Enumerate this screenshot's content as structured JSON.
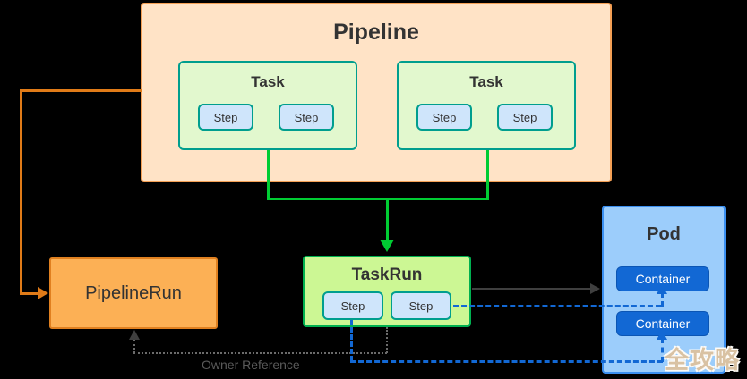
{
  "diagram": {
    "title": "Tekton Pipeline / PipelineRun / TaskRun / Pod relationship diagram",
    "pipeline": {
      "title": "Pipeline",
      "fill": "#ffe3c6",
      "stroke": "#f5a055",
      "tasks": [
        {
          "title": "Task",
          "fill": "#e2f8ce",
          "stroke": "#009e8e",
          "steps": [
            {
              "label": "Step"
            },
            {
              "label": "Step"
            }
          ]
        },
        {
          "title": "Task",
          "fill": "#e2f8ce",
          "stroke": "#009e8e",
          "steps": [
            {
              "label": "Step"
            },
            {
              "label": "Step"
            }
          ]
        }
      ]
    },
    "pipelinerun": {
      "title": "PipelineRun",
      "fill": "#fcb055",
      "stroke": "#e08020"
    },
    "taskrun": {
      "title": "TaskRun",
      "fill": "#ccf794",
      "stroke": "#00b050",
      "steps": [
        {
          "label": "Step"
        },
        {
          "label": "Step"
        }
      ]
    },
    "pod": {
      "title": "Pod",
      "fill": "#9ccdfb",
      "stroke": "#3b8ff0",
      "containers": [
        {
          "label": "Container"
        },
        {
          "label": "Container"
        }
      ]
    },
    "edges": {
      "owner_reference_label": "Owner Reference",
      "colors": {
        "pipeline_to_pipelinerun": "#e07b18",
        "task_to_taskrun": "#00cc33",
        "taskrun_to_pod": "#3f3f3f",
        "owner_reference": "#6b6b6b",
        "step_to_container": "#1268d4"
      }
    },
    "watermark": "全攻略"
  }
}
